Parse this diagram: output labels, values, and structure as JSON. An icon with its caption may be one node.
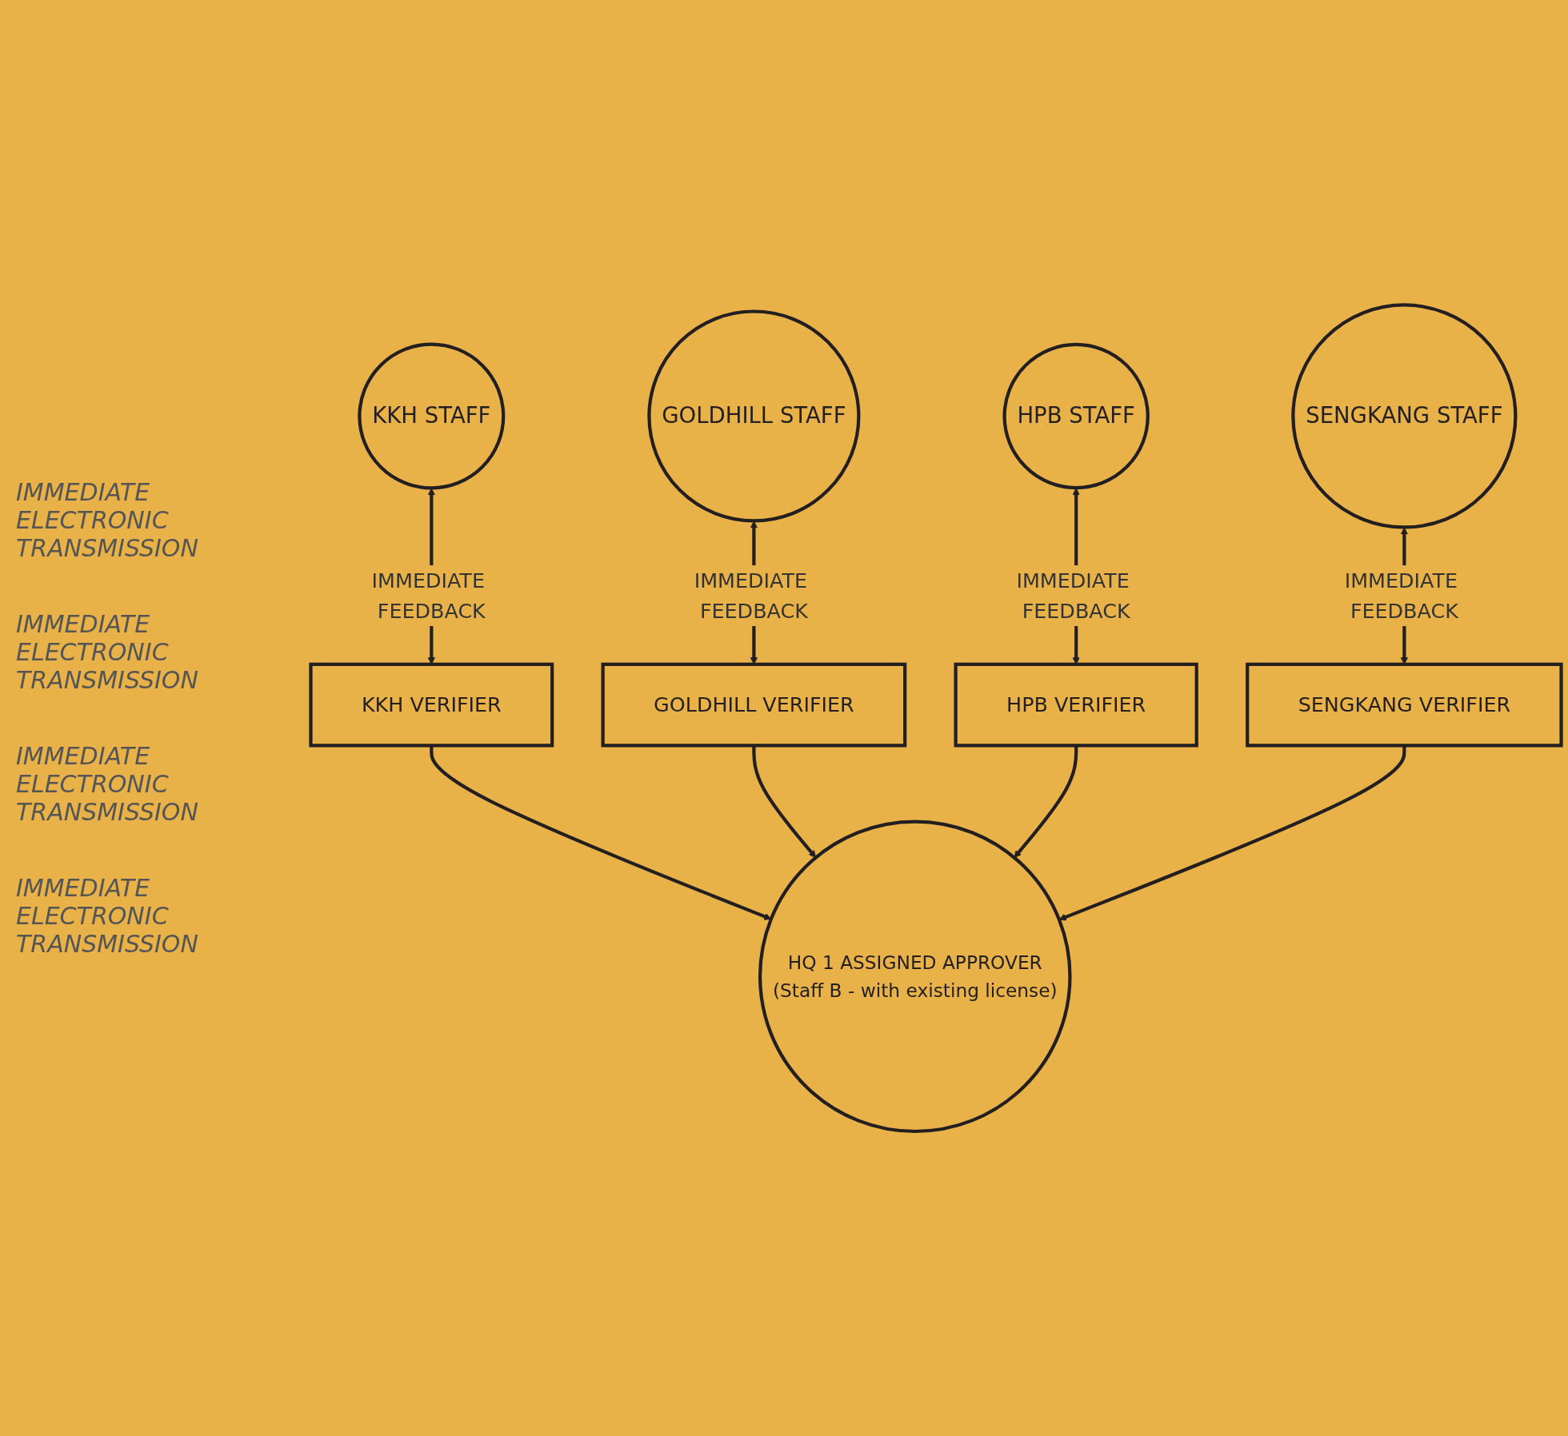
{
  "diagram": {
    "nodes": [
      {
        "text": [
          "KKH STAFF"
        ]
      },
      {
        "text": [
          "KKH VERIFIER"
        ]
      },
      {
        "text": [
          "GOLDHILL STAFF"
        ]
      },
      {
        "text": [
          "GOLDHILL VERIFIER"
        ]
      },
      {
        "text": [
          "HQ 1 ASSIGNED APPROVER",
          "(Staff B - with existing license)"
        ]
      },
      {
        "text": [
          "HPB VERIFIER"
        ]
      },
      {
        "text": [
          "HPB STAFF"
        ]
      },
      {
        "text": [
          "SENGKANG VERIFIER"
        ]
      },
      {
        "text": [
          "SENGKANG STAFF"
        ]
      }
    ],
    "edges": [
      {
        "from": 0,
        "to": 1,
        "arrow": "both",
        "label": "IMMEDIATE FEEDBACK"
      },
      {
        "from": 1,
        "to": 4,
        "arrow": "to"
      },
      {
        "from": 2,
        "to": 3,
        "arrow": "both",
        "label": "IMMEDIATE FEEDBACK"
      },
      {
        "from": 3,
        "to": 4,
        "arrow": "to"
      },
      {
        "from": 6,
        "to": 5,
        "arrow": "both",
        "label": "IMMEDIATE FEEDBACK"
      },
      {
        "from": 5,
        "to": 4,
        "arrow": "to"
      },
      {
        "from": 8,
        "to": 7,
        "arrow": "both",
        "label": "IMMEDIATE FEEDBACK"
      },
      {
        "from": 7,
        "to": 4,
        "arrow": "to"
      }
    ],
    "labels": [
      "IMMEDIATE ELECTRONIC TRANSMISSION",
      "IMMEDIATE ELECTRONIC TRANSMISSION",
      "IMMEDIATE ELECTRONIC TRANSMISSION",
      "IMMEDIATE ELECTRONIC TRANSMISSION"
    ]
  }
}
